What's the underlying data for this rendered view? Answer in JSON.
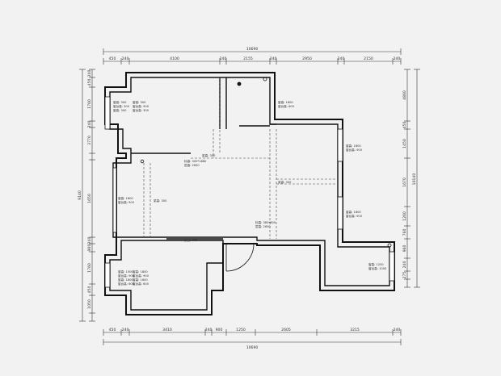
{
  "dimensions": {
    "top_total": "10690",
    "top_segments": [
      "450",
      "240",
      "4100",
      "240",
      "2155",
      "240",
      "2950",
      "240",
      "2150",
      "240"
    ],
    "bottom_total": "10690",
    "bottom_segments": [
      "450",
      "240",
      "3410",
      "240",
      "900",
      "1250",
      "2605",
      "3215",
      "240"
    ],
    "left_total": "9140",
    "left_segments": [
      "240",
      "450",
      "1760",
      "240",
      "3770",
      "1650",
      "240",
      "900",
      "1760",
      "450",
      "1050"
    ],
    "right_total": "10140",
    "right_segments": [
      "4860",
      "450",
      "1450",
      "1670",
      "1260",
      "760",
      "960",
      "240",
      "275"
    ]
  },
  "labels": [
    "窗高: 300",
    "窗高: 300",
    "窗台高: 300",
    "窗台高: 900",
    "窗高: 1800",
    "窗台高: 900",
    "窗高: 1800",
    "窗台高: 900",
    "窗高: 1800",
    "窗台高: 900",
    "窗高: 1500",
    "窗台高: 900",
    "窗高: 1800",
    "窗台高: 900",
    "梁高: 300",
    "梁高: 300",
    "梁高: 300",
    "梁高: 300",
    "窗高: 1200",
    "窗台高: 1000",
    "窗高: 1800",
    "窗台高: 600",
    "窗高: 1800",
    "窗台高: 600",
    "窗高: 1800",
    "窗台高: 600",
    "层高: 2650",
    "层高: 2650",
    "标高: 300*1880",
    "标高: 380*600",
    "窗高: 300",
    "窗台高: 300"
  ]
}
